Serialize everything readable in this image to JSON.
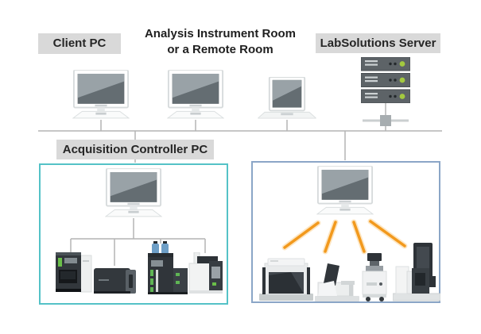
{
  "header": {
    "client_pc_label": "Client PC",
    "room_title_line1": "Analysis Instrument Room",
    "room_title_line2": "or a Remote Room",
    "server_label": "LabSolutions Server"
  },
  "zones": {
    "acquisition_label": "Acquisition Controller PC"
  },
  "icons": {
    "top_row": [
      "desktop-pc-icon",
      "desktop-pc-icon",
      "laptop-icon",
      "server-rack-icon",
      "network-switch-icon"
    ],
    "acquisition_zone": [
      "desktop-pc-icon",
      "hplc-autosampler-icon",
      "gcms-box-icon",
      "lc-tower-bottles-icon",
      "sample-analyzer-icon"
    ],
    "wireless_zone": [
      "desktop-pc-icon",
      "wireless-rays-icon",
      "analytical-balance-icon",
      "probe-station-icon",
      "cart-analyzer-icon",
      "spectrometer-tower-icon"
    ]
  },
  "colors": {
    "label_bg": "#d9d9d9",
    "label_text": "#262626",
    "network_line": "#b4b4b4",
    "acquisition_zone_border": "#54c2c7",
    "wireless_zone_border": "#8ba6c7",
    "wireless_ray_orange": "#f2991d",
    "server_led_green": "#a3c93f",
    "screen_dark": "#646d72",
    "screen_light": "#99a2a7"
  }
}
